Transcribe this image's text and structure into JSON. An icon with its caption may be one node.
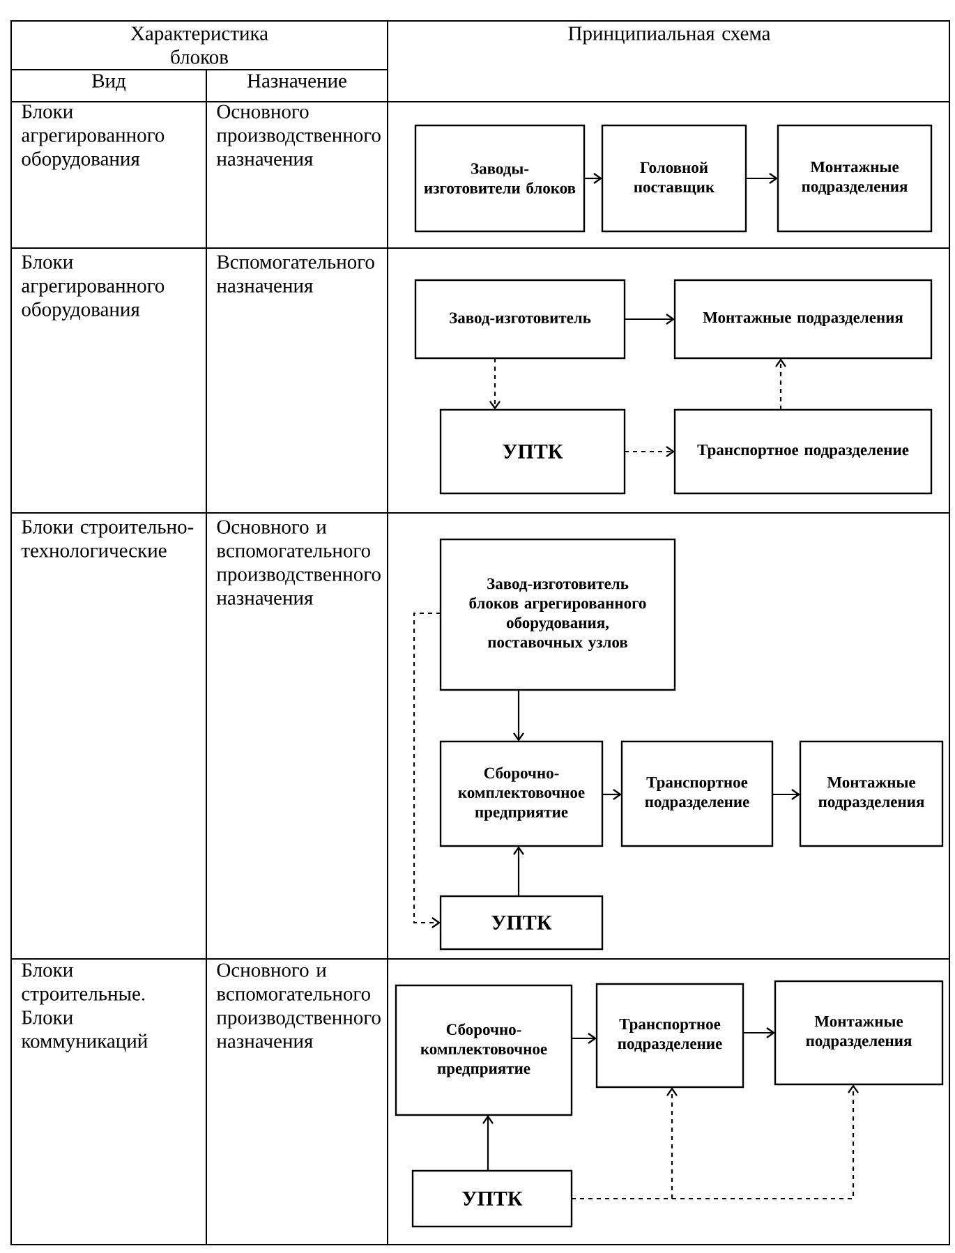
{
  "diagram": {
    "nodes": [
      {
        "text": [
          "Заводы-изготовители блоков"
        ]
      },
      {
        "text": [
          "Головной поставщик"
        ]
      },
      {
        "text": [
          "Монтажные подразделения"
        ]
      },
      {
        "text": [
          "Завод-изготовитель"
        ]
      },
      {
        "text": [
          "Монтажные подразделения"
        ]
      },
      {
        "text": [
          "УПТК"
        ]
      },
      {
        "text": [
          "Транспортное подразделение"
        ]
      },
      {
        "text": [
          "Завод-изготовитель блоков агрегированного оборудования, поставочных узлов"
        ]
      },
      {
        "text": [
          "Сборочно-комплектовочное предприятие"
        ]
      },
      {
        "text": [
          "Транспортное подразделение"
        ]
      },
      {
        "text": [
          "Монтажные подразделения"
        ]
      },
      {
        "text": [
          "УПТК"
        ]
      },
      {
        "text": [
          "Сборочно-комплектовочное предприятие"
        ]
      },
      {
        "text": [
          "Транспортное подразделение"
        ]
      },
      {
        "text": [
          "Монтажные подразделения"
        ]
      },
      {
        "text": [
          "УПТК"
        ]
      }
    ],
    "edges": [
      {
        "from": 0,
        "to": 1,
        "arrow": "to"
      },
      {
        "from": 1,
        "to": 2,
        "arrow": "to"
      },
      {
        "from": 3,
        "to": 4,
        "arrow": "to"
      },
      {
        "from": 3,
        "to": 5,
        "arrow": "to",
        "style": "dashed"
      },
      {
        "from": 5,
        "to": 6,
        "arrow": "to",
        "style": "dashed"
      },
      {
        "from": 6,
        "to": 4,
        "arrow": "to",
        "style": "dashed"
      },
      {
        "from": 7,
        "to": 8,
        "arrow": "to"
      },
      {
        "from": 7,
        "to": 11,
        "arrow": "to",
        "style": "dashed"
      },
      {
        "from": 8,
        "to": 9,
        "arrow": "to"
      },
      {
        "from": 9,
        "to": 10,
        "arrow": "to"
      },
      {
        "from": 11,
        "to": 8,
        "arrow": "to"
      },
      {
        "from": 12,
        "to": 13,
        "arrow": "to"
      },
      {
        "from": 13,
        "to": 14,
        "arrow": "to"
      },
      {
        "from": 15,
        "to": 12,
        "arrow": "to"
      },
      {
        "from": 15,
        "to": 13,
        "arrow": "to",
        "style": "dashed"
      },
      {
        "from": 15,
        "to": 14,
        "arrow": "to",
        "style": "dashed"
      }
    ],
    "labels": [
      "Характеристика блоков",
      "Принципиальная схема",
      "Вид",
      "Назначение",
      "Блоки агрегированного оборудования",
      "Основного производственного назначения",
      "Блоки агрегированного оборудования",
      "Вспомогательного назначения",
      "Блоки строительно-технологические",
      "Основного и вспомогательного производственного назначения",
      "Блоки строительные. Блоки коммуникаций",
      "Основного и вспомогательного производственного назначения"
    ]
  }
}
